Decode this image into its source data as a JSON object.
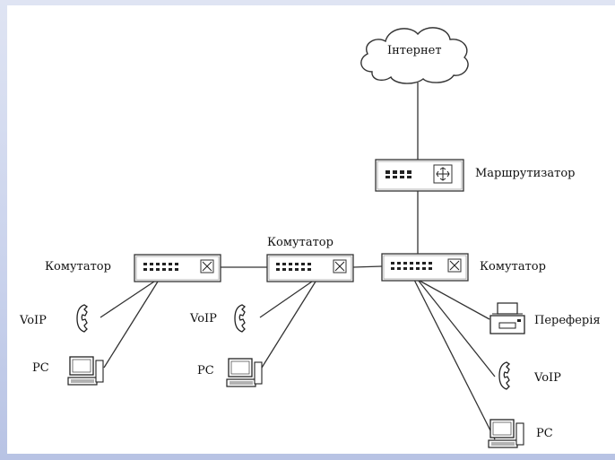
{
  "labels": {
    "internet": "Інтернет",
    "router": "Маршрутизатор",
    "switch_left": "Комутатор",
    "switch_mid": "Комутатор",
    "switch_right": "Комутатор",
    "voip_left": "VoIP",
    "voip_mid": "VoIP",
    "voip_right": "VoIP",
    "pc_left": "PC",
    "pc_mid": "PC",
    "pc_right": "PC",
    "peripheral": "Переферія"
  }
}
